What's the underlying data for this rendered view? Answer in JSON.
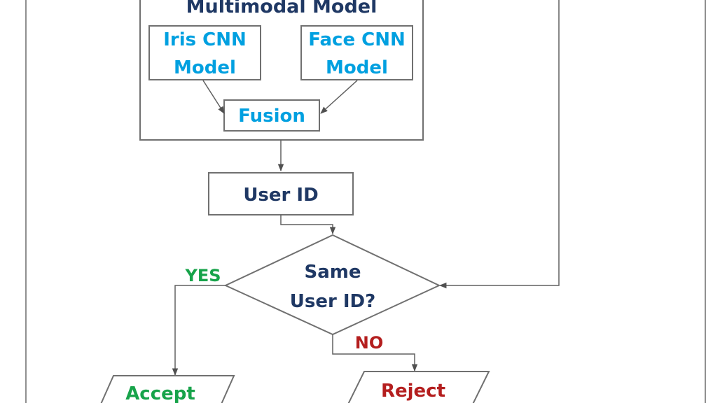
{
  "colors": {
    "navy": "#1f3864",
    "cyan": "#00a0e0",
    "green": "#17a34a",
    "red": "#b41e1e",
    "line": "#606060"
  },
  "multimodal": {
    "title": "Multimodal Model",
    "iris_model": {
      "line1": "Iris CNN",
      "line2": "Model"
    },
    "face_model": {
      "line1": "Face CNN",
      "line2": "Model"
    },
    "fusion": "Fusion"
  },
  "user_id": "User ID",
  "decision": {
    "line1": "Same",
    "line2": "User ID?"
  },
  "yes_label": "YES",
  "no_label": "NO",
  "accept": "Accept",
  "reject": "Reject"
}
